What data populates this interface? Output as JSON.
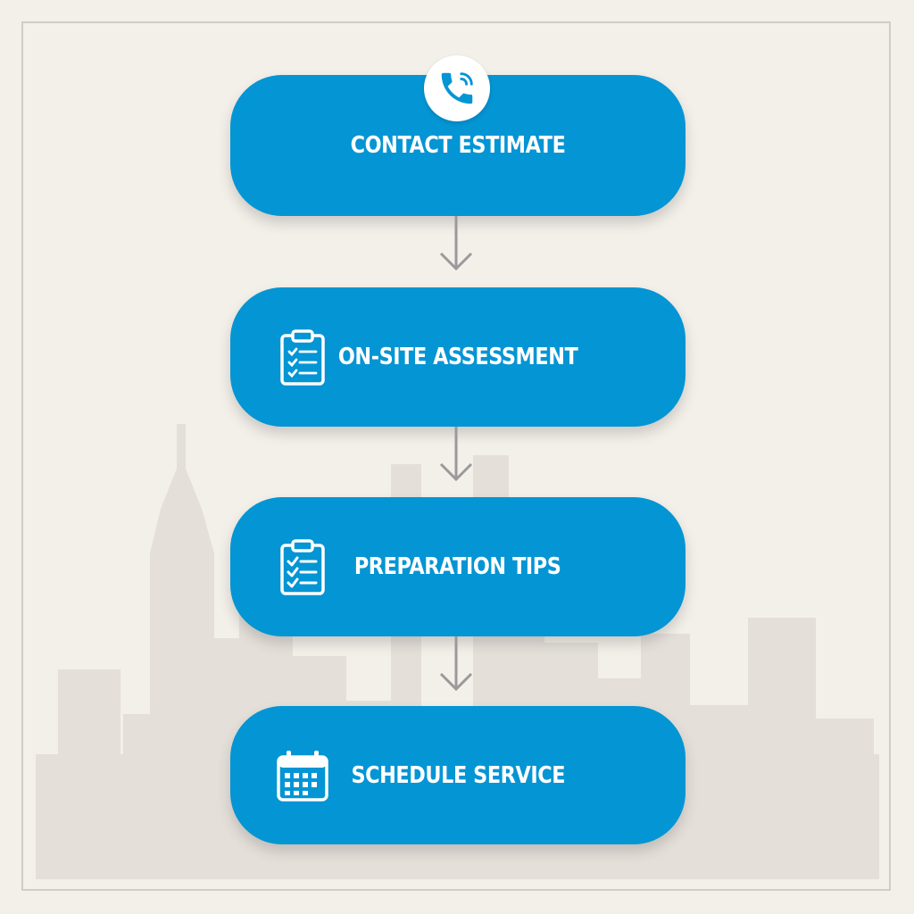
{
  "diagram": {
    "steps": [
      {
        "label": "CONTACT ESTIMATE",
        "icon": "phone-icon"
      },
      {
        "label": "ON-SITE ASSESSMENT",
        "icon": "clipboard-list-icon"
      },
      {
        "label": "PREPARATION TIPS",
        "icon": "clipboard-check-icon"
      },
      {
        "label": "SCHEDULE SERVICE",
        "icon": "calendar-icon"
      }
    ]
  },
  "colors": {
    "background": "#f3efe9",
    "step_fill": "#0495d4",
    "step_text": "#ffffff",
    "arrow": "#9a9a9a",
    "skyline": "#e4dfd9"
  }
}
